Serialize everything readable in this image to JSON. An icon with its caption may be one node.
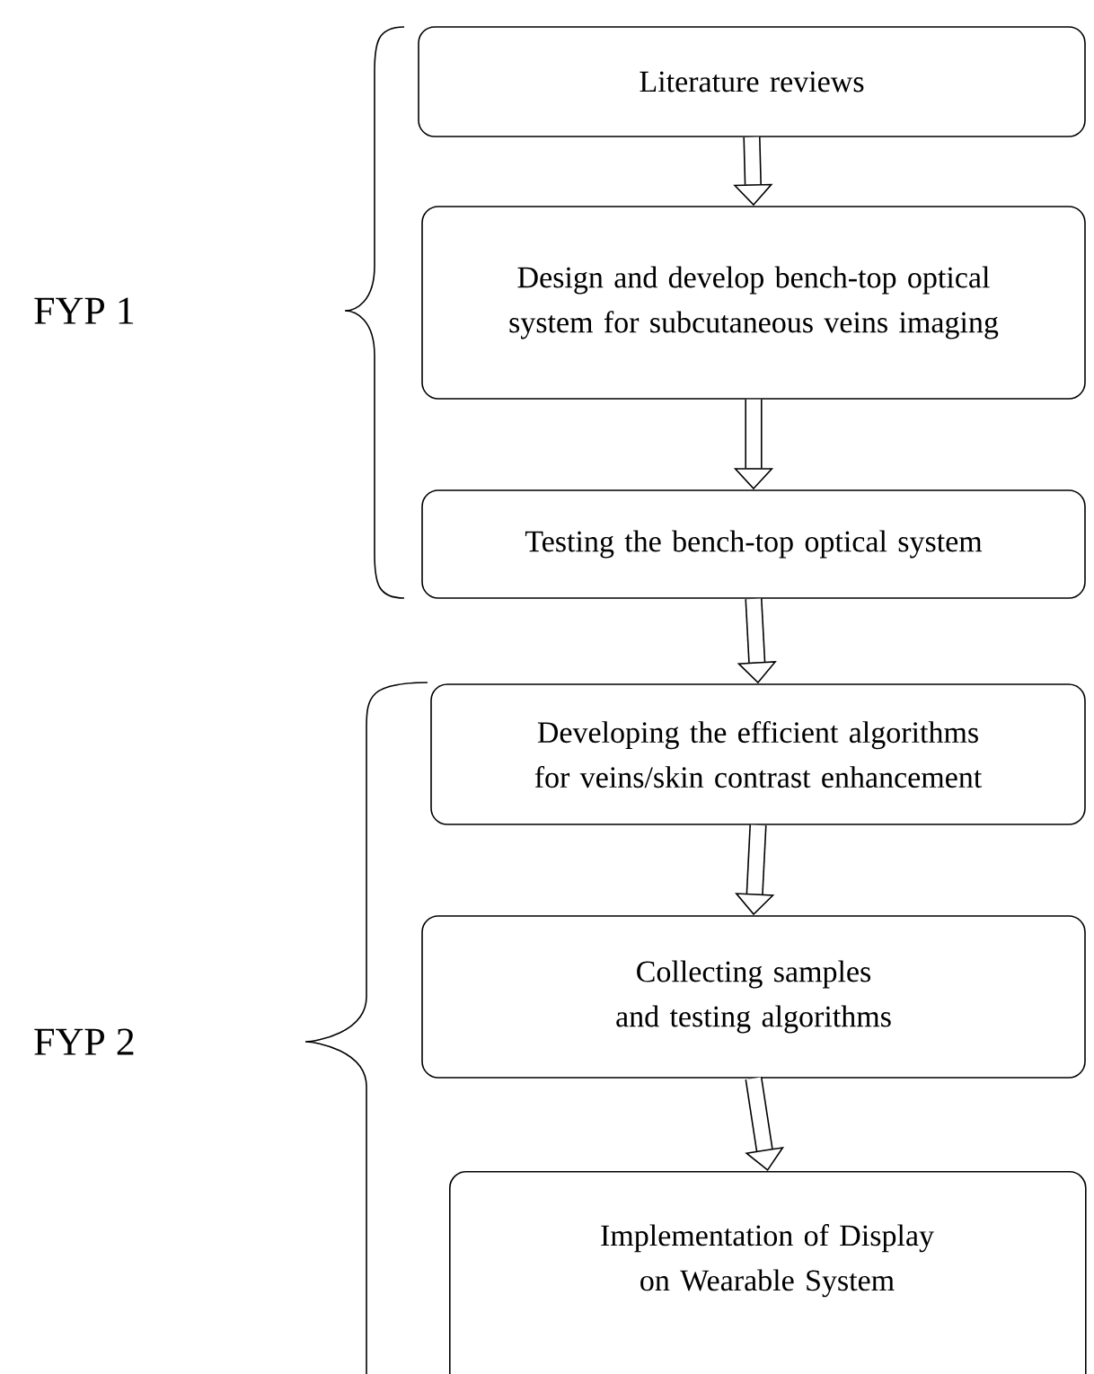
{
  "diagram": {
    "nodes": [
      {
        "text": [
          "Literature reviews"
        ]
      },
      {
        "text": [
          "Design and develop bench-top optical system for subcutaneous veins imaging"
        ]
      },
      {
        "text": [
          "Testing the bench-top optical system"
        ]
      },
      {
        "text": [
          "Developing the efficient algorithms for veins/skin contrast enhancement"
        ]
      },
      {
        "text": [
          "Collecting samples and testing algorithms"
        ]
      },
      {
        "text": [
          "Implementation of Display on Wearable System"
        ]
      }
    ],
    "edges": [
      {
        "from": 0,
        "to": 1,
        "arrow": "to"
      },
      {
        "from": 1,
        "to": 2,
        "arrow": "to"
      },
      {
        "from": 2,
        "to": 3,
        "arrow": "to"
      },
      {
        "from": 3,
        "to": 4,
        "arrow": "to"
      },
      {
        "from": 4,
        "to": 5,
        "arrow": "to"
      }
    ],
    "labels": [
      "FYP 1",
      "FYP 2"
    ]
  }
}
